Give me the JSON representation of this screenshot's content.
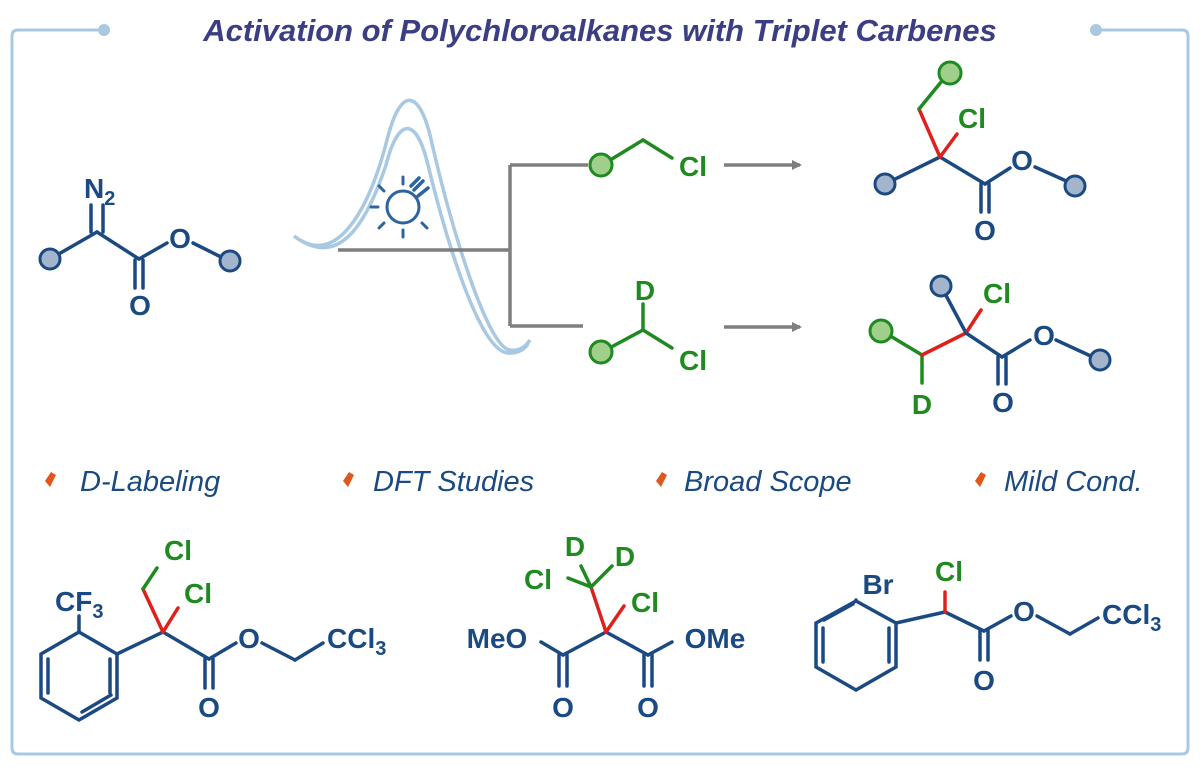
{
  "title": "Activation of Polychloroalkanes with Triplet Carbenes",
  "colors": {
    "frame": "#a9c8e2",
    "structure": "#1b4a82",
    "reagent": "#1f8a1f",
    "new_bond": "#e0201b",
    "bullet": "#e0561b",
    "arrow": "#7f7f7f",
    "title": "#3c3e84",
    "substituent_fill_blue": "#a3b5cd",
    "substituent_fill_green": "#9fcf8a"
  },
  "icons": [
    "light-bulb-icon",
    "bullet-diamond-icon",
    "arrow-right-icon"
  ],
  "diazo": {
    "n2_sym": "N",
    "n2_sub": "2",
    "o_ester": "O",
    "o_carbonyl": "O"
  },
  "reagents": {
    "top": {
      "cl": "Cl"
    },
    "bottom": {
      "d": "D",
      "cl": "Cl"
    }
  },
  "products": {
    "top": {
      "cl": "Cl",
      "o_ester": "O",
      "o_carbonyl": "O"
    },
    "bottom": {
      "cl": "Cl",
      "d": "D",
      "o_ester": "O",
      "o_carbonyl": "O"
    }
  },
  "features": [
    "D-Labeling",
    "DFT Studies",
    "Broad Scope",
    "Mild Cond."
  ],
  "examples": {
    "one": {
      "cl_top": "Cl",
      "cl_quat": "Cl",
      "cf3_sym": "CF",
      "cf3_sub": "3",
      "o_ester": "O",
      "o_carbonyl": "O",
      "ccl3_sym": "CCl",
      "ccl3_sub": "3"
    },
    "two": {
      "d1": "D",
      "d2": "D",
      "cl_methyl": "Cl",
      "cl_quat": "Cl",
      "meo": "MeO",
      "ome": "OMe",
      "o_left": "O",
      "o_right": "O"
    },
    "three": {
      "br": "Br",
      "cl": "Cl",
      "o_ester": "O",
      "o_carbonyl": "O",
      "ccl3_sym": "CCl",
      "ccl3_sub": "3"
    }
  }
}
